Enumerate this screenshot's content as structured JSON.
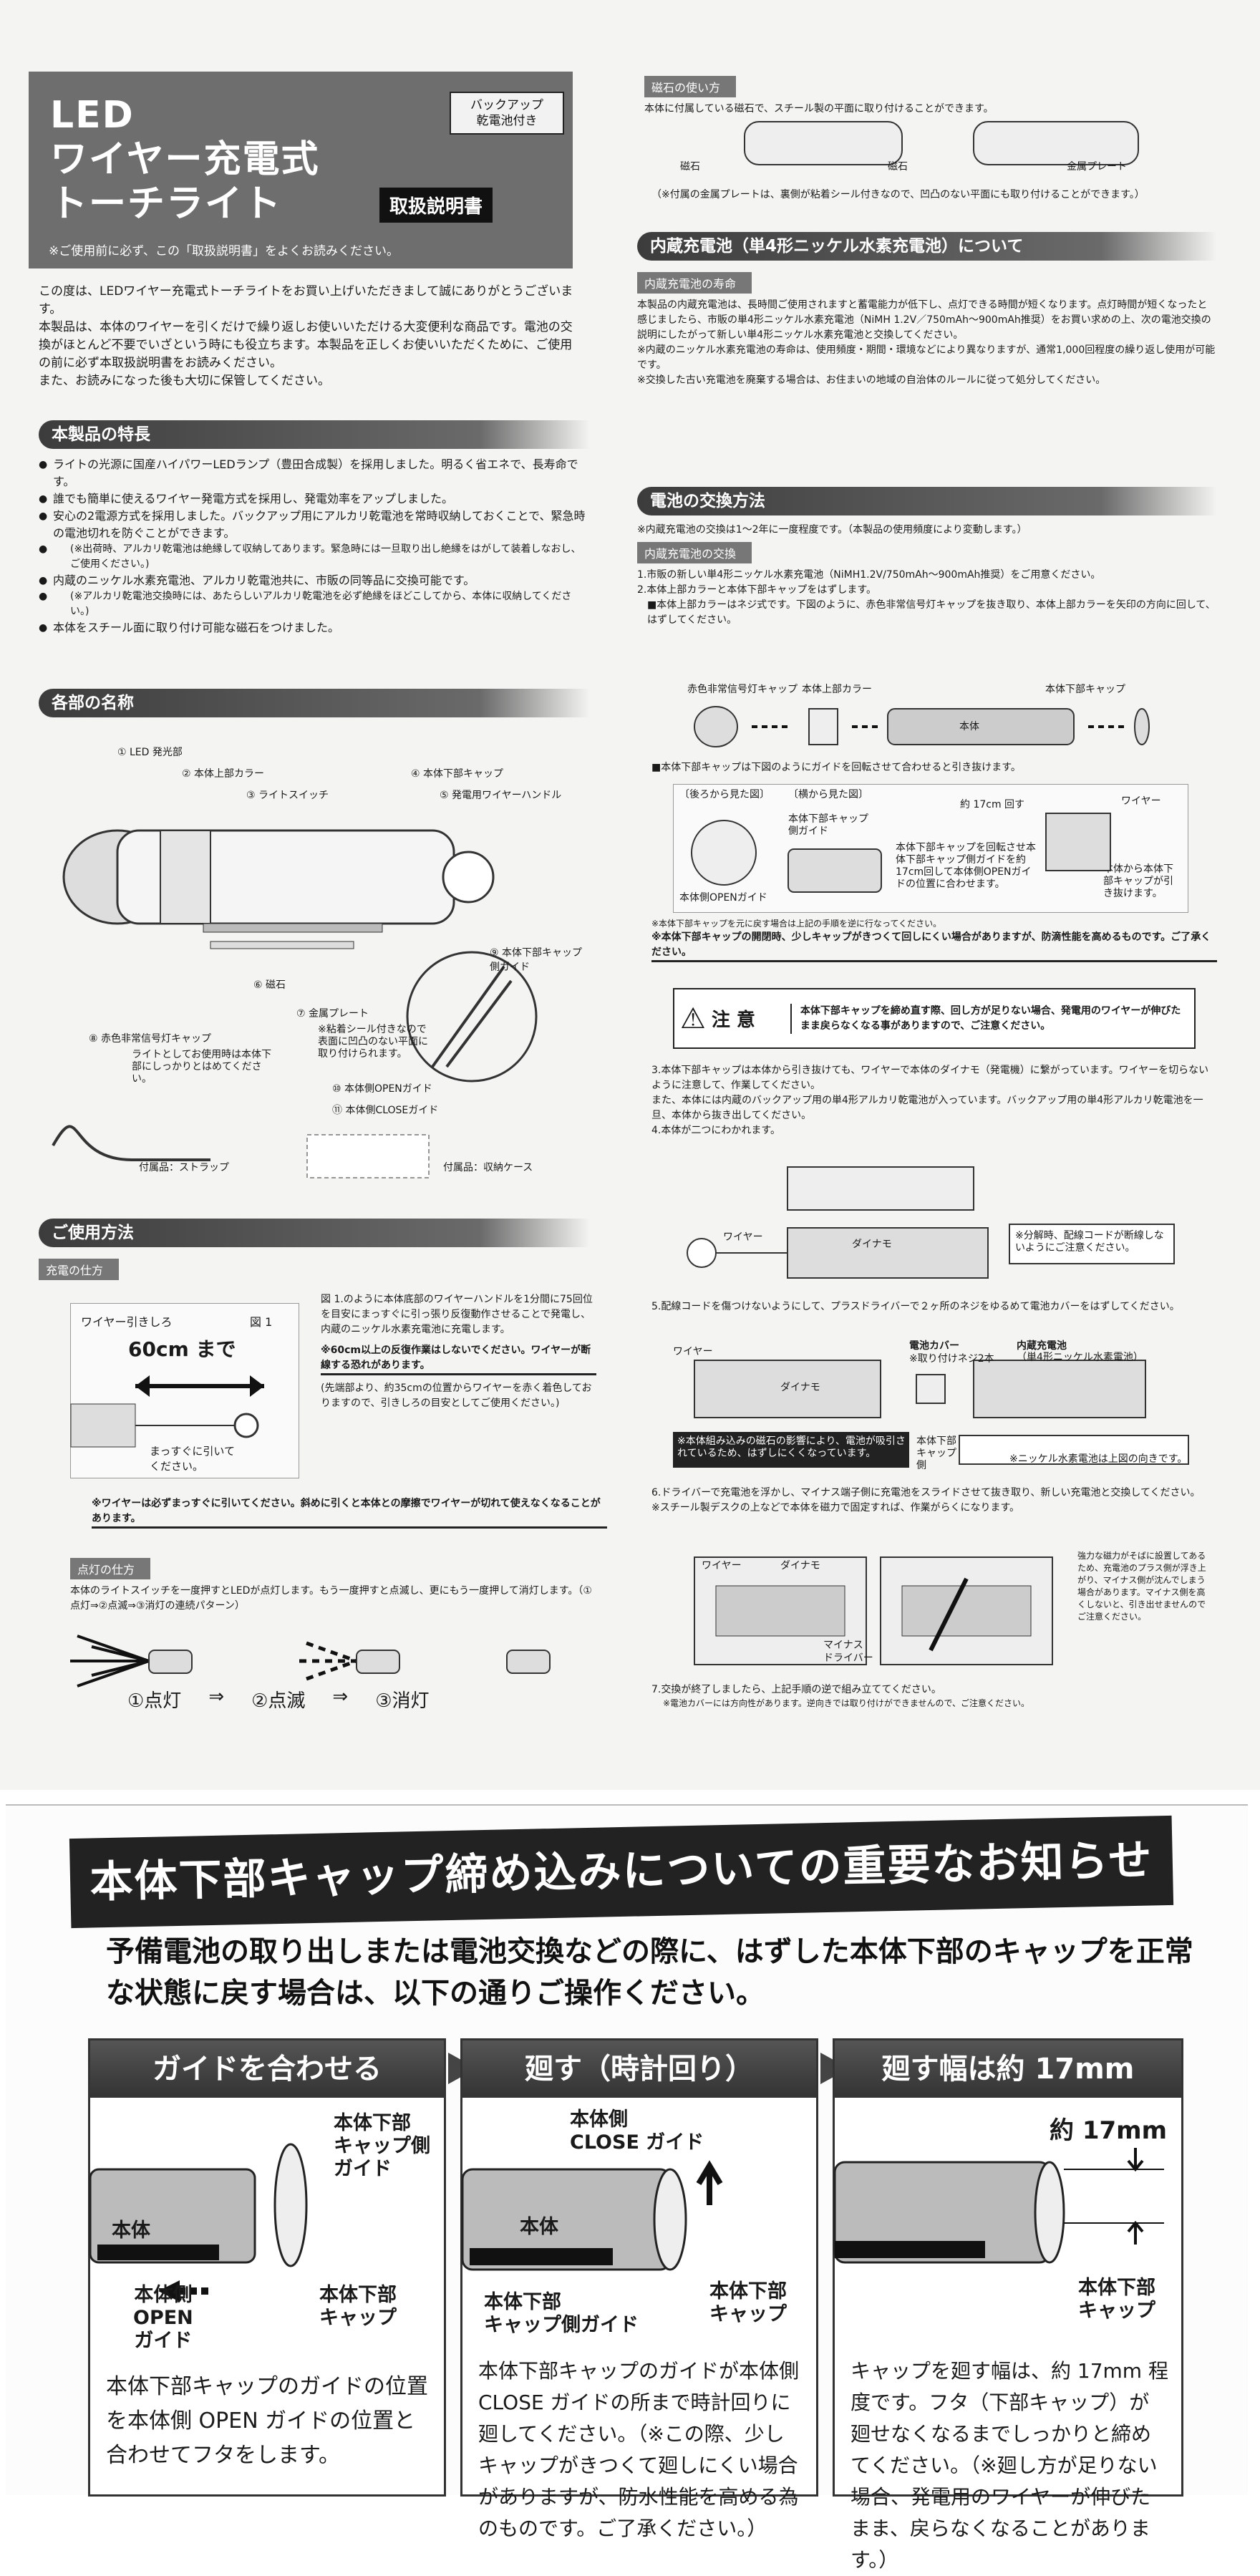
{
  "title": {
    "main": "LED\nワイヤー充電式\nトーチライト",
    "badge": "バックアップ\n乾電池付き",
    "manual": "取扱説明書",
    "note": "※ご使用前に必ず、この「取扱説明書」をよくお読みください。"
  },
  "intro": "この度は、LEDワイヤー充電式トーチライトをお買い上げいただきまして誠にありがとうございます。\n本製品は、本体のワイヤーを引くだけで繰り返しお使いいただける大変便利な商品です。電池の交換がほとんど不要でいざという時にも役立ちます。本製品を正しくお使いいただくために、ご使用の前に必ず本取扱説明書をお読みください。\nまた、お読みになった後も大切に保管してください。",
  "features": {
    "heading": "本製品の特長",
    "items": [
      "ライトの光源に国産ハイパワーLEDランプ（豊田合成製）を採用しました。明るく省エネで、長寿命です。",
      "誰でも簡単に使えるワイヤー発電方式を採用し、発電効率をアップしました。",
      "安心の2電源方式を採用しました。バックアップ用にアルカリ乾電池を常時収納しておくことで、緊急時の電池切れを防ぐことができます。",
      "(※出荷時、アルカリ乾電池は絶縁して収納してあります。緊急時には一旦取り出し絶縁をはがして装着しなおし、ご使用ください。)",
      "内蔵のニッケル水素充電池、アルカリ乾電池共に、市販の同等品に交換可能です。",
      "(※アルカリ乾電池交換時には、あたらしいアルカリ乾電池を必ず絶縁をほどこしてから、本体に収納してください。)",
      "本体をスチール面に取り付け可能な磁石をつけました。"
    ]
  },
  "parts": {
    "heading": "各部の名称",
    "labels": [
      "① LED 発光部",
      "② 本体上部カラー",
      "③ ライトスイッチ",
      "④ 本体下部キャップ",
      "⑤ 発電用ワイヤーハンドル",
      "⑥ 磁石",
      "⑦ 金属プレート",
      "⑧ 赤色非常信号灯キャップ",
      "⑨ 本体下部キャップ側ガイド",
      "⑩ 本体側OPENガイド",
      "⑪ 本体側CLOSEガイド"
    ],
    "cap_note": "ライトとしてお使用時は本体下部にしっかりとはめてください。",
    "plate_note": "※粘着シール付きなので表面に凹凸のない平面に取り付けられます。",
    "strap": "付属品：ストラップ",
    "case": "付属品：収納ケース"
  },
  "usage": {
    "heading": "ご使用方法",
    "charge_sub": "充電の仕方",
    "fig_label": "図 1",
    "pull": "ワイヤー引きしろ",
    "pull_len": "60cm まで",
    "straight": "まっすぐに引いてください。",
    "charge_text": "図 1.のように本体底部のワイヤーハンドルを1分間に75回位を目安にまっすぐに引っ張り反復動作させることで発電し、内蔵のニッケル水素充電池に充電します。",
    "warn60": "※60cm以上の反復作業はしないでください。ワイヤーが断線する恐れがあります。",
    "tip": "(先端部より、約35cmの位置からワイヤーを赤く着色しておりますので、引きしろの目安としてご使用ください。)",
    "warn_pull": "※ワイヤーは必ずまっすぐに引いてください。斜めに引くと本体との摩擦でワイヤーが切れて使えなくなることがあります。",
    "light_sub": "点灯の仕方",
    "light_text": "本体のライトスイッチを一度押すとLEDが点灯します。もう一度押すと点滅し、更にもう一度押して消灯します。（①点灯⇒②点滅⇒③消灯の連続パターン）",
    "modes": [
      "①点灯",
      "⇒",
      "②点滅",
      "⇒",
      "③消灯"
    ]
  },
  "magnet": {
    "sub": "磁石の使い方",
    "text": "本体に付属している磁石で、スチール製の平面に取り付けることができます。",
    "l1": "磁石",
    "l2": "磁石",
    "l3": "金属プレート",
    "note": "（※付属の金属プレートは、裏側が粘着シール付きなので、凹凸のない平面にも取り付けることができます。）"
  },
  "battery": {
    "heading": "内蔵充電池（単4形ニッケル水素充電池）について",
    "sub": "内蔵充電池の寿命",
    "text": "本製品の内蔵充電池は、長時間ご使用されますと蓄電能力が低下し、点灯できる時間が短くなります。点灯時間が短くなったと感じましたら、市販の単4形ニッケル水素充電池（NiMH 1.2V／750mAh～900mAh推奨）をお買い求めの上、次の電池交換の説明にしたがって新しい単4形ニッケル水素充電池と交換してください。",
    "n1": "※内蔵のニッケル水素充電池の寿命は、使用頻度・期間・環境などにより異なりますが、通常1,000回程度の繰り返し使用が可能です。",
    "n2": "※交換した古い充電池を廃棄する場合は、お住まいの地域の自治体のルールに従って処分してください。"
  },
  "exchange": {
    "heading": "電池の交換方法",
    "note": "※内蔵充電池の交換は1～2年に一度程度です。（本製品の使用頻度により変動します。）",
    "sub": "内蔵充電池の交換",
    "s1": "1.市販の新しい単4形ニッケル水素充電池（NiMH1.2V/750mAh～900mAh推奨）をご用意ください。",
    "s2": "2.本体上部カラーと本体下部キャップをはずします。",
    "s2a": "■本体上部カラーはネジ式です。下図のように、赤色非常信号灯キャップを抜き取り、本体上部カラーを矢印の方向に回して、はずしてください。",
    "d1": [
      "赤色非常信号灯キャップ",
      "本体上部カラー",
      "本体下部キャップ",
      "本体"
    ],
    "s2b": "■本体下部キャップは下図のようにガイドを回転させて合わせると引き抜けます。",
    "d2": [
      "〔後ろから見た図〕",
      "〔横から見た図〕",
      "本体下部キャップ側ガイド",
      "本体側OPENガイド",
      "約 17cm 回す",
      "本体下部キャップを回転させ本体下部キャップ側ガイドを約17cm回して本体側OPENガイドの位置に合わせます。",
      "本体から本体下部キャップが引き抜けます。",
      "ワイヤー",
      "本体"
    ],
    "s2c": "※本体下部キャップを元に戻す場合は上記の手順を逆に行なってください。",
    "s2d": "※本体下部キャップの開閉時、少しキャップがきつくて回しにくい場合がありますが、防滴性能を高めるものです。ご了承ください。",
    "caution_label": "注 意",
    "caution": "本体下部キャップを締め直す際、回し方が足りない場合、発電用のワイヤーが伸びたまま戻らなくなる事がありますので、ご注意ください。",
    "s3": "3.本体下部キャップは本体から引き抜けても、ワイヤーで本体のダイナモ（発電機）に繋がっています。ワイヤーを切らないように注意して、作業してください。",
    "s3b": "また、本体には内蔵のバックアップ用の単4形アルカリ乾電池が入っています。バックアップ用の単4形アルカリ乾電池を一旦、本体から抜き出してください。",
    "s4": "4.本体が二つにわかれます。",
    "d4": [
      "ワイヤー",
      "ダイナモ",
      "※分解時、配線コードが断線しないようにご注意ください。"
    ],
    "s5": "5.配線コードを傷つけないようにして、プラスドライバーで２ヶ所のネジをゆるめて電池カバーをはずしてください。",
    "d5": [
      "ワイヤー",
      "電池カバー",
      "※取り付けネジ2本",
      "内蔵充電池",
      "（単4形ニッケル水素電池）",
      "ダイナモ",
      "※本体組み込みの磁石の影響により、電池が吸引されているため、はずしにくくなっています。",
      "本体下部キャップ側",
      "※ニッケル水素電池は上図の向きです。"
    ],
    "s6": "6.ドライバーで充電池を浮かし、マイナス端子側に充電池をスライドさせて抜き取り、新しい充電池と交換してください。",
    "s6b": "※スチール製デスクの上などで本体を磁力で固定すれば、作業がらくになります。",
    "d6": [
      "ワイヤー",
      "ダイナモ",
      "マイナス",
      "ドライバー"
    ],
    "d6note": "強力な磁力がそばに設置してあるため、充電池のプラス側が浮き上がり、マイナス側が沈んでしまう場合があります。マイナス側を高くしないと、引き出せませんのでご注意ください。",
    "s7": "7.交換が終了しましたら、上記手順の逆で組み立ててください。",
    "s7b": "※電池カバーには方向性があります。逆向きでは取り付けができませんので、ご注意ください。"
  },
  "notice": {
    "heading": "本体下部キャップ締め込みについての重要なお知らせ",
    "sub": "予備電池の取り出しまたは電池交換などの際に、はずした本体下部のキャップを正常な状態に戻す場合は、以下の通りご操作ください。",
    "p1": {
      "head": "ガイドを合わせる",
      "l_body": "本体",
      "l_capguide": "本体下部\nキャップ側\nガイド",
      "l_open": "本体側\nOPEN\nガイド",
      "l_cap": "本体下部\nキャップ",
      "text": "本体下部キャップのガイドの位置を本体側 OPEN ガイドの位置と合わせてフタをします。"
    },
    "p2": {
      "head": "廻す（時計回り）",
      "l_close": "本体側\nCLOSE ガイド",
      "l_body": "本体",
      "l_capguide": "本体下部\nキャップ側ガイド",
      "l_cap": "本体下部\nキャップ",
      "text": "本体下部キャップのガイドが本体側 CLOSE ガイドの所まで時計回りに廻してください。（※この際、少しキャップがきつくて廻しにくい場合がありますが、防水性能を高める為のものです。ご了承ください。）"
    },
    "p3": {
      "head": "廻す幅は約 17mm",
      "l_17": "約 17mm",
      "l_cap": "本体下部\nキャップ",
      "text": "キャップを廻す幅は、約 17mm 程度です。フタ（下部キャップ）が廻せなくなるまでしっかりと締めてください。（※廻し方が足りない場合、発電用のワイヤーが伸びたまま、戻らなくなることがあります。）"
    }
  }
}
